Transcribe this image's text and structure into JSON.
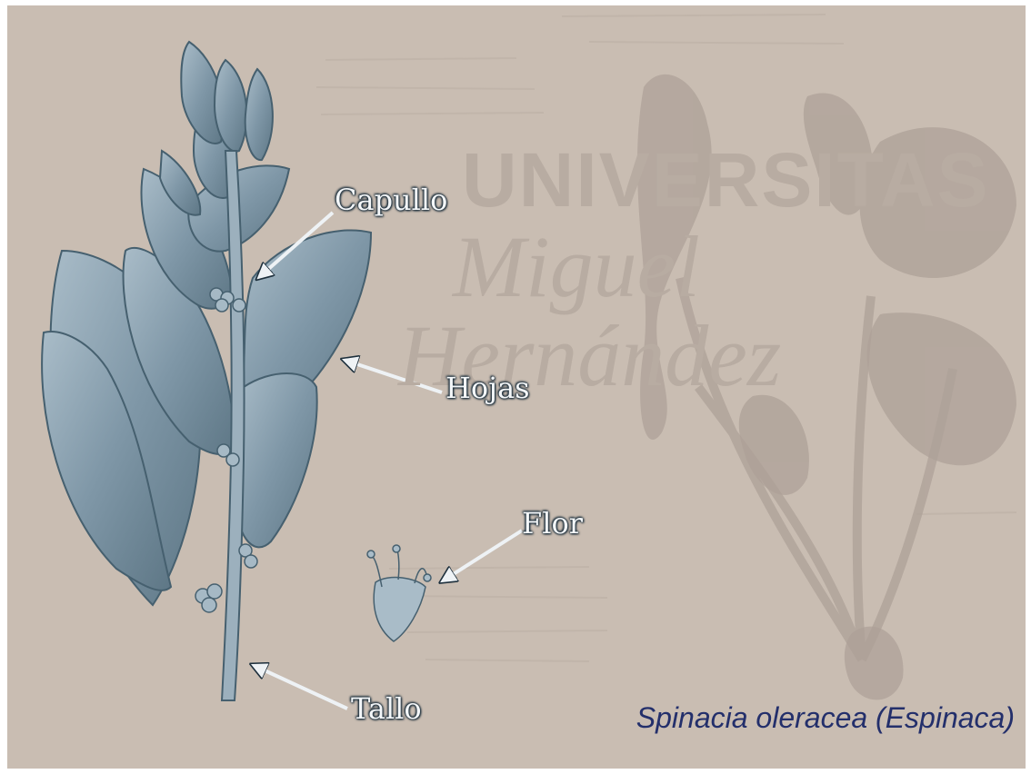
{
  "labels": {
    "capullo": "Capullo",
    "hojas": "Hojas",
    "flor": "Flor",
    "tallo": "Tallo"
  },
  "caption": "Spinacia oleracea (Espinaca)",
  "watermark": {
    "line1": "UNIVERSITAS",
    "line2": "Miguel",
    "line3": "Hernández"
  },
  "colors": {
    "background": "#c9bdb2",
    "plant": "#8fa3b1",
    "caption": "#232f6b",
    "watermark": "#b8aca2"
  }
}
